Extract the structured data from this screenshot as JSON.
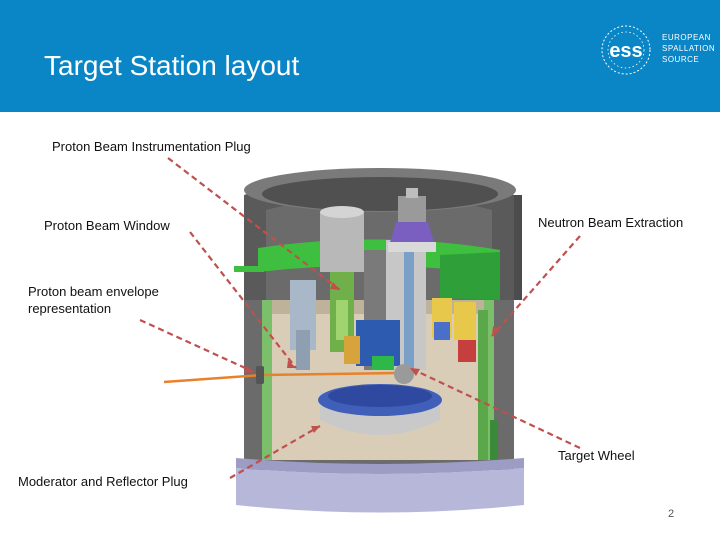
{
  "slide": {
    "title": "Target Station layout",
    "page_number": "2"
  },
  "logo": {
    "mark": "ess",
    "line1": "EUROPEAN",
    "line2": "SPALLATION",
    "line3": "SOURCE"
  },
  "labels": {
    "pbip": "Proton Beam Instrumentation Plug",
    "pbw": "Proton Beam Window",
    "envelope_line1": "Proton beam envelope",
    "envelope_line2": "representation",
    "neutron": "Neutron Beam Extraction",
    "wheel": "Target Wheel",
    "moderator": "Moderator and Reflector Plug"
  },
  "colors": {
    "header": "#0a86c6",
    "leader_line": "#c0504d",
    "beam": "#e8822a"
  }
}
